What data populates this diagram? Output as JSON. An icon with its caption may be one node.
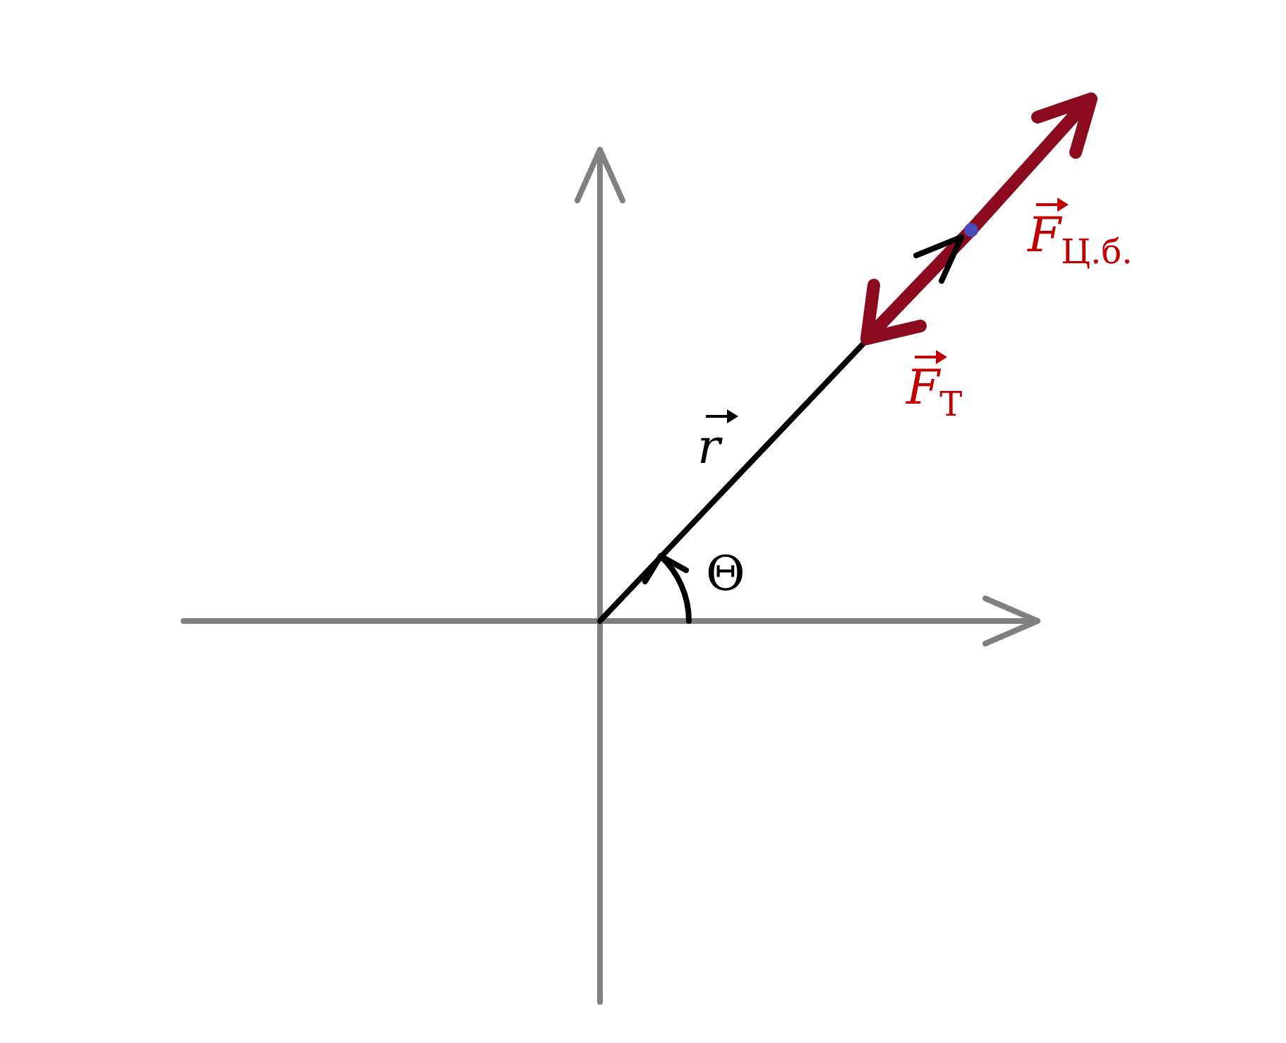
{
  "diagram": {
    "labels": [
      "F$_{Ц.б.}$",
      "F$_{Т}$",
      "r",
      "Θ"
    ]
  }
}
